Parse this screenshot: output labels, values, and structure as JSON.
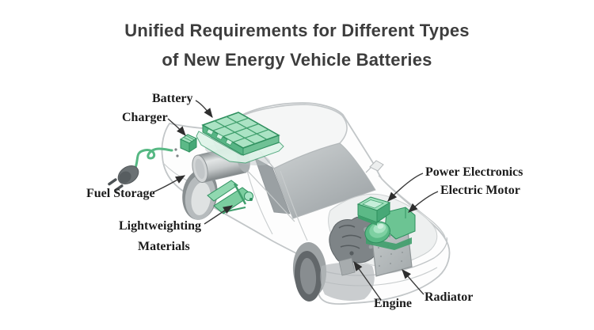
{
  "title": {
    "line1": "Unified Requirements for Different Types",
    "line2": "of New Energy Vehicle Batteries"
  },
  "callouts": {
    "battery": {
      "label": "Battery"
    },
    "charger": {
      "label": "Charger"
    },
    "fuel_storage": {
      "label": "Fuel Storage"
    },
    "lightweighting": {
      "label_line1": "Lightweighting",
      "label_line2": "Materials"
    },
    "power_electronics": {
      "label": "Power Electronics"
    },
    "electric_motor": {
      "label": "Electric Motor"
    },
    "engine": {
      "label": "Engine"
    },
    "radiator": {
      "label": "Radiator"
    }
  },
  "colors": {
    "component_green": "#5fc08a",
    "component_green_light": "#abe3c4",
    "component_green_dark": "#2e8f5e",
    "car_line_gray": "#c2c6c8",
    "glass_gray": "#a6abae",
    "title_text": "#3d3d3d",
    "label_text": "#1c1c1c"
  }
}
